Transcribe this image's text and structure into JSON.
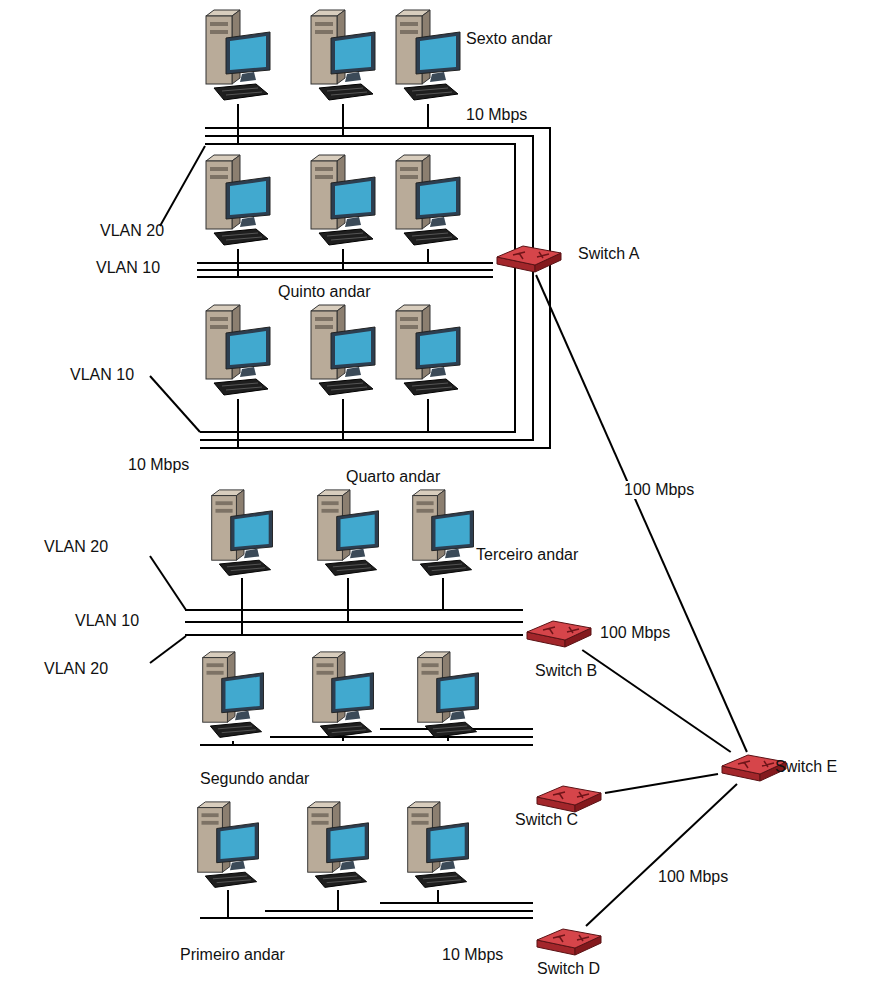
{
  "diagram": {
    "nodes": [
      {
        "text": [
          "Switch A"
        ]
      },
      {
        "text": [
          "Switch B"
        ]
      },
      {
        "text": [
          "Switch C"
        ]
      },
      {
        "text": [
          "Switch D"
        ]
      },
      {
        "text": [
          "Switch E"
        ]
      }
    ],
    "edges": [
      {
        "from": 0,
        "to": 4,
        "arrow": "none",
        "label": "100 Mbps"
      },
      {
        "from": 1,
        "to": 4,
        "arrow": "none",
        "label": "100 Mbps"
      },
      {
        "from": 2,
        "to": 4,
        "arrow": "none"
      },
      {
        "from": 3,
        "to": 4,
        "arrow": "none",
        "label": "100 Mbps"
      }
    ],
    "labels": [
      "Sexto andar",
      "10 Mbps",
      "VLAN 20",
      "VLAN 10",
      "Quinto andar",
      "VLAN 10",
      "10 Mbps",
      "Quarto andar",
      "VLAN 20",
      "Terceiro andar",
      "VLAN 10",
      "VLAN 20",
      "Segundo andar",
      "Primeiro andar",
      "10 Mbps"
    ]
  }
}
